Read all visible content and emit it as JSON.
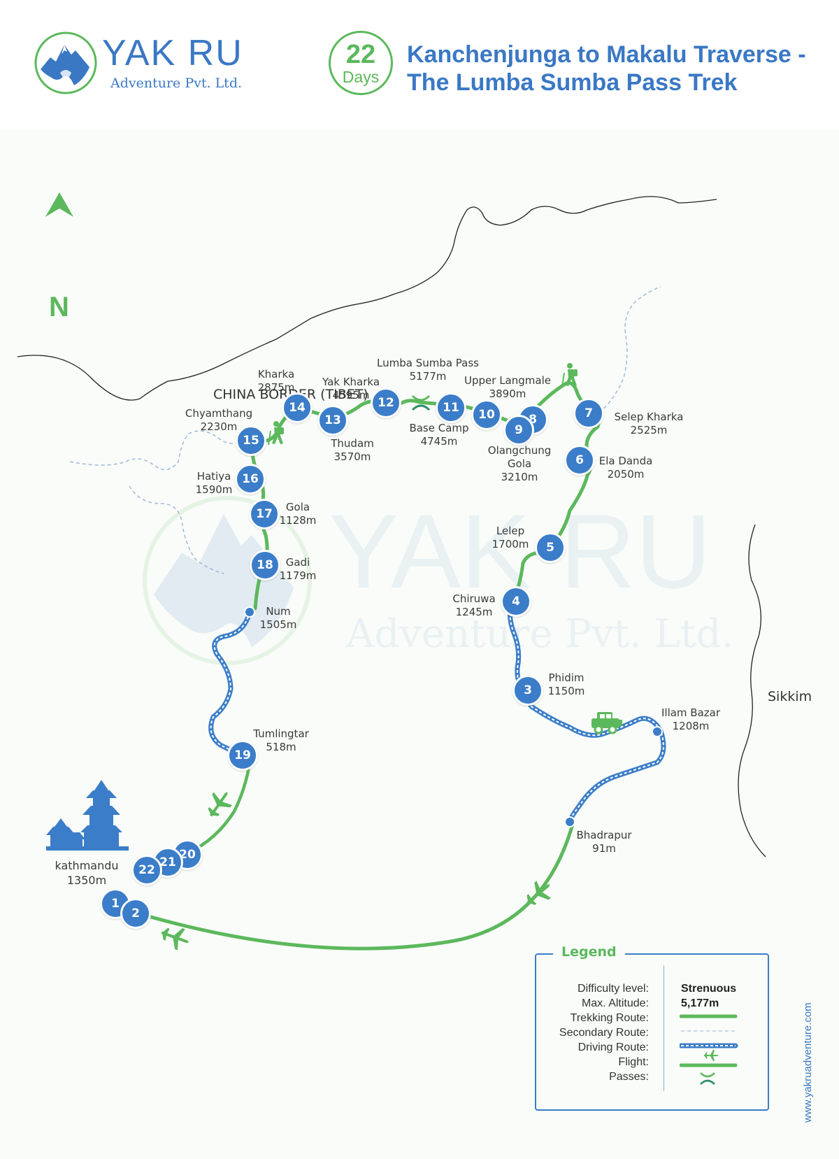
{
  "header": {
    "logo_main": "YAK",
    "logo_accent": "RU",
    "logo_sub": "Adventure Pvt. Ltd.",
    "days_number": "22",
    "days_label": "Days",
    "title_line1": "Kanchenjunga to Makalu Traverse -",
    "title_line2": "The Lumba Sumba Pass Trek"
  },
  "map": {
    "north_label": "N",
    "china_border": "CHINA BORDER (TIBET)",
    "sikkim": "Sikkim",
    "watermark_main": "YAK RU",
    "watermark_sub": "Adventure Pvt. Ltd.",
    "places": [
      {
        "name": "Kharka",
        "alt": "2875m"
      },
      {
        "name": "Yak Kharka",
        "alt": "4595m"
      },
      {
        "name": "Lumba Sumba Pass",
        "alt": "5177m"
      },
      {
        "name": "Upper Langmale",
        "alt": "3890m"
      },
      {
        "name": "Chyamthang",
        "alt": "2230m"
      },
      {
        "name": "Base Camp",
        "alt": "4745m"
      },
      {
        "name": "Thudam",
        "alt": "3570m"
      },
      {
        "name": "Olangchung",
        "alt": "Gola",
        "alt2": "3210m"
      },
      {
        "name": "Selep Kharka",
        "alt": "2525m"
      },
      {
        "name": "Ela Danda",
        "alt": "2050m"
      },
      {
        "name": "Hatiya",
        "alt": "1590m"
      },
      {
        "name": "Gola",
        "alt": "1128m"
      },
      {
        "name": "Lelep",
        "alt": "1700m"
      },
      {
        "name": "Gadi",
        "alt": "1179m"
      },
      {
        "name": "Chiruwa",
        "alt": "1245m"
      },
      {
        "name": "Num",
        "alt": "1505m"
      },
      {
        "name": "Phidim",
        "alt": "1150m"
      },
      {
        "name": "Illam Bazar",
        "alt": "1208m"
      },
      {
        "name": "Tumlingtar",
        "alt": "518m"
      },
      {
        "name": "Bhadrapur",
        "alt": "91m"
      },
      {
        "name": "kathmandu",
        "alt": "1350m"
      }
    ],
    "stops": [
      "1",
      "2",
      "3",
      "4",
      "5",
      "6",
      "7",
      "8",
      "9",
      "10",
      "11",
      "12",
      "13",
      "14",
      "15",
      "16",
      "17",
      "18",
      "19",
      "20",
      "21",
      "22"
    ]
  },
  "legend": {
    "title": "Legend",
    "keys": [
      "Difficulty level:",
      "Max. Altitude:",
      "Trekking Route:",
      "Secondary Route:",
      "Driving Route:",
      "Flight:",
      "Passes:"
    ],
    "difficulty": "Strenuous",
    "max_altitude": "5,177m"
  },
  "website": "www.yakruadventure.com",
  "colors": {
    "green": "#5cb85c",
    "blue": "#3b7dc8",
    "brand_blue": "#3a78c4"
  }
}
